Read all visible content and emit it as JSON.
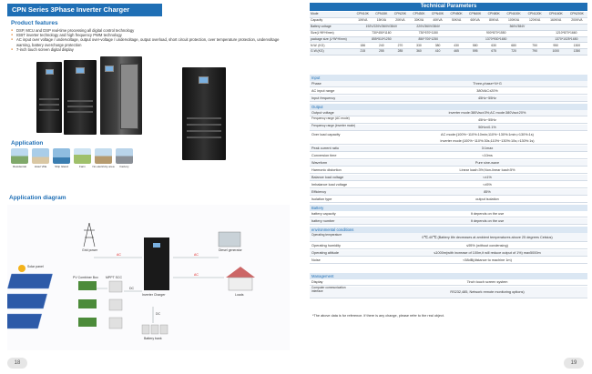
{
  "left": {
    "title": "CPN Series 3Phase Inverter Charger",
    "features_title": "Product features",
    "features": [
      "DSP, MCU and DSP real-time processing all digital control technology",
      "IGBT inverter technology and high frequency PWM technology",
      "AC input over voltage / undervoltage, output over-voltage / undervoltage, output overload, short circuit protection, over temperature protection, undervoltage warning, battery overcharge protection",
      "7-inch touch screen digital display"
    ],
    "application_title": "Application",
    "applications": [
      "Residential",
      "Hotel Villa",
      "Ship Island",
      "Farm",
      "No electricity area",
      "Factory"
    ],
    "diagram_title": "Application diagram",
    "diagram": {
      "grid_power": "Grid power",
      "diesel": "Diesel generator",
      "solar": "Solar panel",
      "pv_box": "PV Combiner Box",
      "mppt": "MPPT SCC",
      "inverter": "Inverter Charger",
      "loads": "Loads",
      "battery": "Battery bank",
      "ac1": "AC",
      "ac2": "AC",
      "ac3": "AC",
      "dc": "DC",
      "dc2": "DC"
    },
    "page": "18"
  },
  "right": {
    "title": "Technical Parameters",
    "models": [
      "Mode",
      "CPN10K",
      "CPN15K",
      "CPN20K",
      "CPN30K",
      "CPN40K",
      "CPN50K",
      "CPN60K",
      "CPN80K",
      "CPN100K",
      "CPN120K",
      "CPN160K",
      "CPN200K"
    ],
    "capacity": [
      "Capacity",
      "10KVA",
      "15KVA",
      "20KVA",
      "30KVA",
      "40KVA",
      "50KVA",
      "60KVA",
      "80KVA",
      "100KVA",
      "120KVA",
      "160KVA",
      "200KVA"
    ],
    "battery_voltage": [
      "Battery voltage",
      "192V/220V/360V/384V",
      "220V/360V/384V",
      "360V/384V"
    ],
    "size": [
      "Size(L*W*H/mm)",
      "730*450*1160",
      "730*570*1150",
      "900*870*1550",
      "1210*870*1660"
    ],
    "package": [
      "package size (L*W*H/mm)",
      "855*510*1250",
      "850*700*1250",
      "1370*930*1650",
      "1370*1025*1650"
    ],
    "nw": [
      "N.W. (KG)",
      "186",
      "240",
      "270",
      "330",
      "380",
      "430",
      "580",
      "630",
      "680",
      "750",
      "950",
      "1300"
    ],
    "gw": [
      "G.W.(KG)",
      "215",
      "255",
      "285",
      "360",
      "410",
      "465",
      "595",
      "675",
      "720",
      "790",
      "1000",
      "1350"
    ],
    "input_title": "Input",
    "input": [
      [
        "Phase",
        "Three-phase+N+G"
      ],
      [
        "AC input range",
        "380VAC±20%"
      ],
      [
        "Input frequency",
        "45Hz~55Hz"
      ]
    ],
    "output_title": "Output",
    "output": [
      [
        "Output voltage",
        "inverter mode:380Vac±3%;AC mode:380Vac±20%"
      ],
      [
        "Frequency range (AC mode)",
        "45Hz~55Hz"
      ],
      [
        "Frequency range (inverter mode)",
        "50Hz±0.1%"
      ],
      [
        "Over load capacity",
        "AC mode:(100%~110%:10min;110%~130%:1min;>130%:1s)"
      ],
      [
        "",
        "inverter mode:(100%~110%:30s;110%~130%:10s;>130%:1s)"
      ],
      [
        "Peak current ratio",
        "3:1max"
      ],
      [
        "Conversion time",
        "<10ms"
      ],
      [
        "Waveform",
        "Pure sine-wave"
      ],
      [
        "Harmonic distortion",
        "Linear load<3%;Non-linear load<5%"
      ],
      [
        "Balance load voltage",
        "<±1%"
      ],
      [
        "Imbalance load voltage",
        "<±5%"
      ],
      [
        "Efficiency",
        "85%"
      ],
      [
        "Isolation type",
        "output isolation"
      ]
    ],
    "battery_title": "Battery",
    "battery": [
      [
        "battery capacity",
        "It depends on the use"
      ],
      [
        "battery number",
        "It depends on the use"
      ]
    ],
    "env_title": "environmental conditions",
    "env": [
      [
        "Operating temperature",
        "0℃-40℃ (Battery life decreases at ambient temperatures above 25 degrees Celsius)"
      ],
      [
        "Operating humidity",
        "≤95% (without condensing)"
      ],
      [
        "Operating altitude",
        "≤1000m(with increase of 100m,it will reduce output of 1%) max5000m"
      ],
      [
        "Noise",
        "<58dB(distance to machine 1m)"
      ]
    ],
    "mgmt_title": "Management",
    "mgmt": [
      [
        "Display",
        "7inch touch screen system"
      ],
      [
        "Computer communication interface",
        "RS232,485, Network remote monitoring options)"
      ]
    ],
    "note": "*The above data is for reference. If there is any change, please refer to the real object.",
    "page": "19"
  }
}
